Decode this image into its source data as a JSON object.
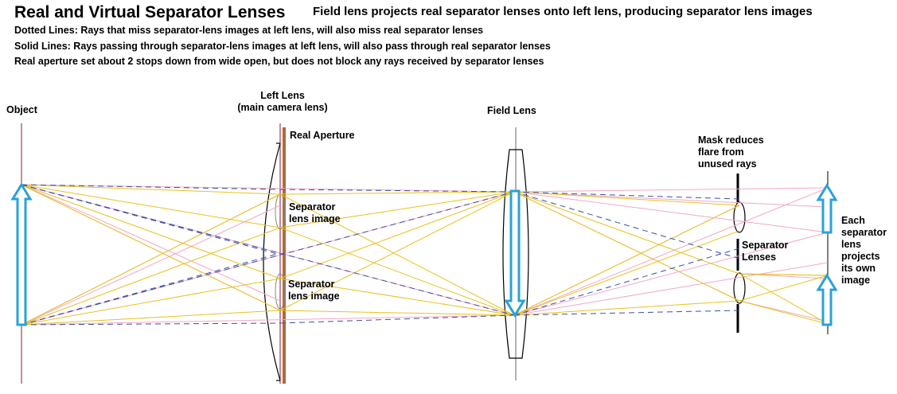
{
  "header": {
    "title": "Real and Virtual Separator Lenses",
    "subtitle": "Field lens projects real separator lenses onto left lens, producing separator lens images",
    "notes": [
      "Dotted Lines:  Rays that miss separator-lens images at left lens, will also miss real separator lenses",
      "Solid Lines:  Rays passing through separator-lens images at left lens, will also pass through real separator lenses",
      "Real aperture set about 2 stops down from wide open, but does not block any rays received by separator lenses"
    ]
  },
  "labels": {
    "object": "Object",
    "left_lens_line1": "Left Lens",
    "left_lens_line2": "(main camera lens)",
    "real_aperture": "Real Aperture",
    "sep_image_top_1": "Separator",
    "sep_image_top_2": "lens image",
    "sep_image_bottom_1": "Separator",
    "sep_image_bottom_2": "lens image",
    "field_lens": "Field Lens",
    "mask_1": "Mask reduces",
    "mask_2": "flare from",
    "mask_3": "unused rays",
    "sep_lenses_1": "Separator",
    "sep_lenses_2": "Lenses",
    "each_1": "Each",
    "each_2": "separator",
    "each_3": "lens",
    "each_4": "projects",
    "each_5": "its own",
    "each_6": "image"
  },
  "colors": {
    "solid_ray": "#e8c21e",
    "pink_ray": "#f0a8c8",
    "dashed_ray": "#3c4fa0",
    "arrow": "#2aa2d8",
    "aperture": "#b06a3c",
    "axis_line": "#8b1a2b",
    "outline": "#000000"
  }
}
